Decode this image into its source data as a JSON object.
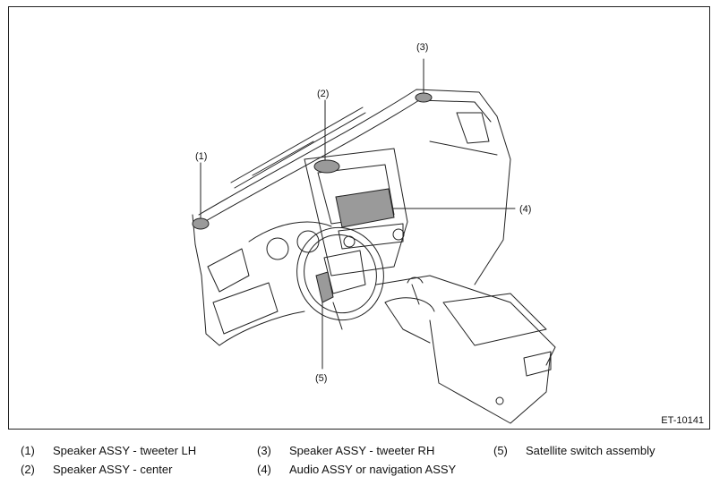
{
  "figure_id": "ET-10141",
  "callouts": {
    "c1": "(1)",
    "c2": "(2)",
    "c3": "(3)",
    "c4": "(4)",
    "c5": "(5)"
  },
  "legend": [
    {
      "num": "(1)",
      "text": "Speaker ASSY - tweeter LH"
    },
    {
      "num": "(2)",
      "text": "Speaker ASSY - center"
    },
    {
      "num": "(3)",
      "text": "Speaker ASSY - tweeter RH"
    },
    {
      "num": "(4)",
      "text": "Audio ASSY or navigation ASSY"
    },
    {
      "num": "(5)",
      "text": "Satellite switch assembly"
    }
  ],
  "colors": {
    "line": "#222222",
    "part_fill": "#9a9a9a",
    "background": "#ffffff"
  }
}
